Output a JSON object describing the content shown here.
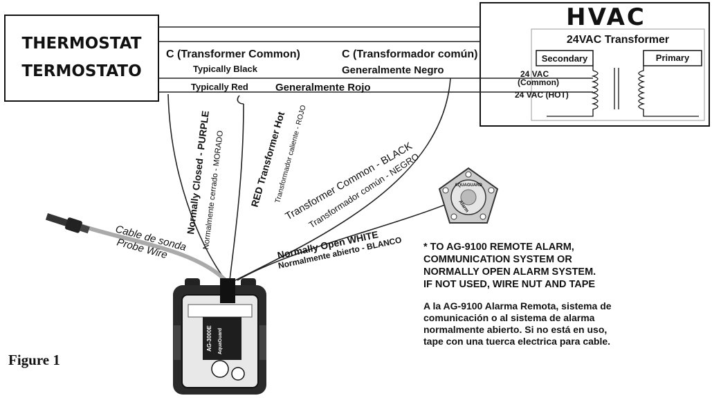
{
  "thermostat": {
    "label_en": "THERMOSTAT",
    "label_es": "TERMOSTATO"
  },
  "hvac": {
    "title": "HVAC",
    "transformer_title": "24VAC Transformer",
    "secondary": "Secondary",
    "primary": "Primary",
    "terminal_common_line1": "24 VAC",
    "terminal_common_line2": "(Common)",
    "terminal_hot": "24 VAC (HOT)"
  },
  "wires": {
    "common_en": "C (Transformer Common)",
    "common_es": "C (Transformador común)",
    "typically_black": "Typically Black",
    "generalmente_negro": "Generalmente Negro",
    "typically_red": "Typically Red",
    "generalmente_rojo": "Generalmente Rojo",
    "purple_en": "Normally Closed - PURPLE",
    "purple_es": "Normalmente cerrado - MORADO",
    "red_en": "RED  Transformer Hot",
    "red_es": "Transformador caliente - ROJO",
    "black_en": "Transformer Common - BLACK",
    "black_es": "Transformador común - NEGRO",
    "white_en": "Normally Open WHITE",
    "white_es": "Normalmente abierto - BLANCO",
    "probe_es": "Cable de sonda",
    "probe_en": "Probe Wire"
  },
  "device": {
    "model": "AG-3000E",
    "brand": "AquaGuard"
  },
  "remote_alarm": {
    "brand": "AQUAGUARD",
    "label": "Alarm"
  },
  "notes": {
    "english": [
      "* TO AG-9100 REMOTE ALARM,",
      "COMMUNICATION SYSTEM OR",
      "NORMALLY OPEN ALARM SYSTEM.",
      "IF NOT USED, WIRE NUT AND TAPE"
    ],
    "spanish": [
      "A la AG-9100 Alarma Remota, sistema de",
      "comunicación o al sistema de alarma",
      "normalmente abierto. Si no está en uso,",
      "tape con una tuerca electrica para cable."
    ]
  },
  "figure_label": "Figure 1"
}
